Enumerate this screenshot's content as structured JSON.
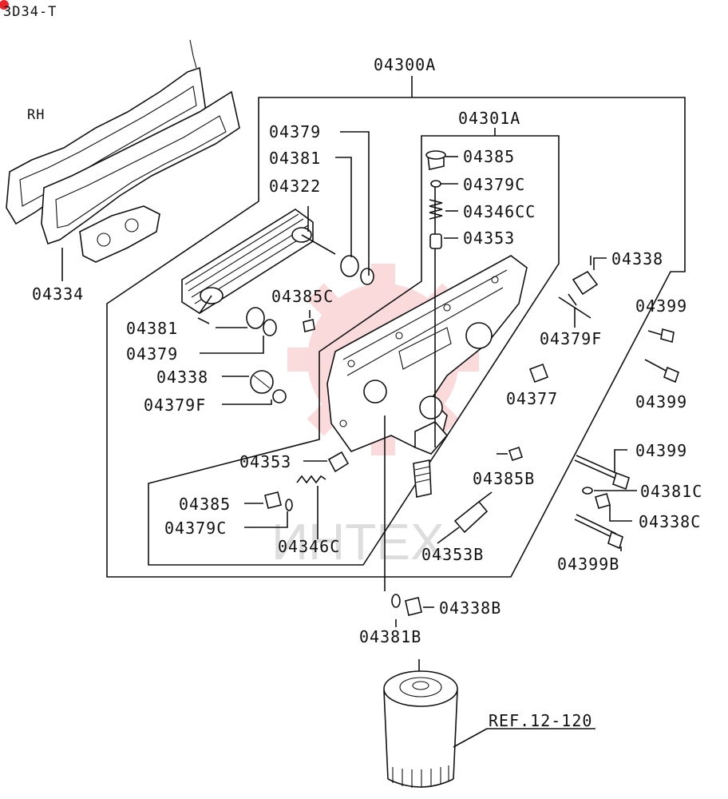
{
  "header": {
    "code": "3D34-T"
  },
  "side_label": "RH",
  "watermark": {
    "text": "ИНТЕХ",
    "color": "#e8232a"
  },
  "labels": {
    "l04300A": "04300A",
    "l04301A": "04301A",
    "l04379_top": "04379",
    "l04381_top": "04381",
    "l04322": "04322",
    "l04334": "04334",
    "l04385_top": "04385",
    "l04379C_top": "04379C",
    "l04346CC": "04346CC",
    "l04353_top": "04353",
    "l04338_top": "04338",
    "l04379F_right": "04379F",
    "l04385C": "04385C",
    "l04381_left": "04381",
    "l04379_left": "04379",
    "l04338_left": "04338",
    "l04379F_left": "04379F",
    "l04377": "04377",
    "l04399_a": "04399",
    "l04399_b": "04399",
    "l04399_c": "04399",
    "l04381C": "04381C",
    "l04338C": "04338C",
    "l04399B": "04399B",
    "l04385B": "04385B",
    "l04353_mid": "04353",
    "l04385_low": "04385",
    "l04379C_low": "04379C",
    "l04346C": "04346C",
    "l04353B": "04353B",
    "l04338B": "04338B",
    "l04381B": "04381B",
    "ref": "REF.12-120"
  }
}
